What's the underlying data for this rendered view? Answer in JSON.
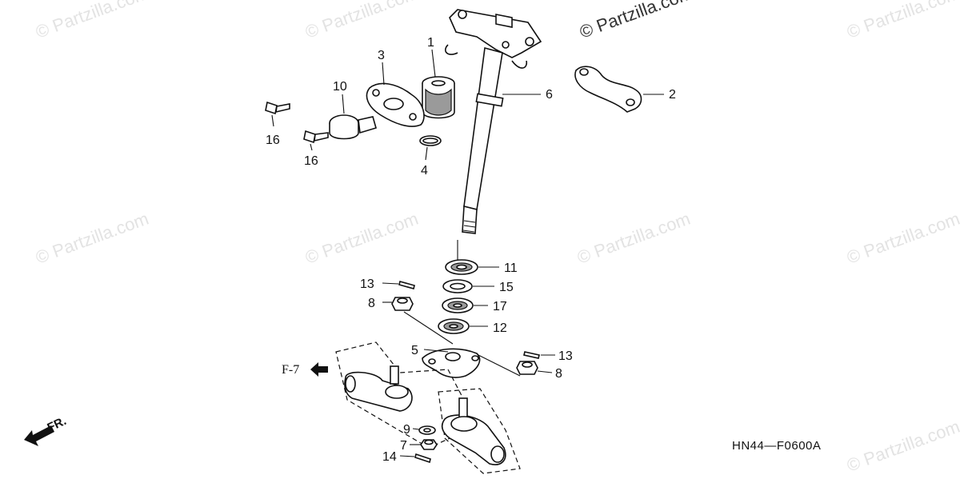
{
  "watermarks": [
    "© Partzilla.com",
    "© Partzilla.com",
    "© Partzilla.com",
    "© Partzilla.com",
    "© Partzilla.com",
    "© Partzilla.com",
    "© Partzilla.com",
    "© Partzilla.com",
    "© Partzilla.com"
  ],
  "callouts": {
    "p1": "1",
    "p2": "2",
    "p3": "3",
    "p4": "4",
    "p5": "5",
    "p6": "6",
    "p7": "7",
    "p8a": "8",
    "p8b": "8",
    "p9": "9",
    "p10": "10",
    "p11": "11",
    "p12": "12",
    "p13a": "13",
    "p13b": "13",
    "p14": "14",
    "p15": "15",
    "p16a": "16",
    "p16b": "16",
    "p17": "17"
  },
  "reference_label": "F-7",
  "front_label": "FR.",
  "diagram_code": "HN44—F0600A"
}
